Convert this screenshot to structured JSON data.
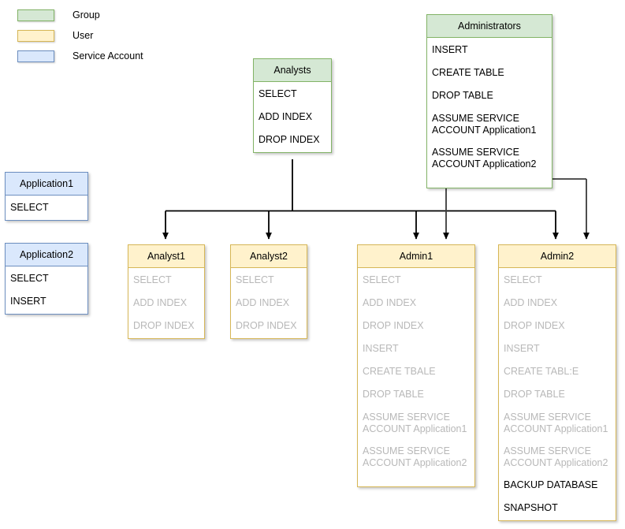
{
  "legend": {
    "items": [
      {
        "label": "Group",
        "swatch_class": "sw-group",
        "color": "#d5e8d4",
        "border": "#82b366"
      },
      {
        "label": "User",
        "swatch_class": "sw-user",
        "color": "#fff2cc",
        "border": "#d6b656"
      },
      {
        "label": "Service Account",
        "swatch_class": "sw-service",
        "color": "#dae8fc",
        "border": "#6c8ebf"
      }
    ]
  },
  "nodes": {
    "application1": {
      "title": "Application1",
      "type": "Service Account",
      "permissions": [
        {
          "text": "SELECT",
          "inherited": false
        }
      ]
    },
    "application2": {
      "title": "Application2",
      "type": "Service Account",
      "permissions": [
        {
          "text": "SELECT",
          "inherited": false
        },
        {
          "text": "INSERT",
          "inherited": false
        }
      ]
    },
    "analysts": {
      "title": "Analysts",
      "type": "Group",
      "permissions": [
        {
          "text": "SELECT",
          "inherited": false
        },
        {
          "text": "ADD INDEX",
          "inherited": false
        },
        {
          "text": "DROP INDEX",
          "inherited": false
        }
      ]
    },
    "administrators": {
      "title": "Administrators",
      "type": "Group",
      "permissions": [
        {
          "text": "INSERT",
          "inherited": false
        },
        {
          "text": "CREATE TABLE",
          "inherited": false
        },
        {
          "text": "DROP TABLE",
          "inherited": false
        },
        {
          "text": "ASSUME SERVICE\nACCOUNT Application1",
          "inherited": false
        },
        {
          "text": "ASSUME SERVICE\nACCOUNT Application2",
          "inherited": false
        }
      ]
    },
    "analyst1": {
      "title": "Analyst1",
      "type": "User",
      "permissions": [
        {
          "text": "SELECT",
          "inherited": true
        },
        {
          "text": "ADD INDEX",
          "inherited": true
        },
        {
          "text": "DROP INDEX",
          "inherited": true
        }
      ]
    },
    "analyst2": {
      "title": "Analyst2",
      "type": "User",
      "permissions": [
        {
          "text": "SELECT",
          "inherited": true
        },
        {
          "text": "ADD INDEX",
          "inherited": true
        },
        {
          "text": "DROP INDEX",
          "inherited": true
        }
      ]
    },
    "admin1": {
      "title": "Admin1",
      "type": "User",
      "permissions": [
        {
          "text": "SELECT",
          "inherited": true
        },
        {
          "text": "ADD INDEX",
          "inherited": true
        },
        {
          "text": "DROP INDEX",
          "inherited": true
        },
        {
          "text": "INSERT",
          "inherited": true
        },
        {
          "text": "CREATE TBALE",
          "inherited": true
        },
        {
          "text": "DROP TABLE",
          "inherited": true
        },
        {
          "text": "ASSUME SERVICE\nACCOUNT Application1",
          "inherited": true
        },
        {
          "text": "ASSUME SERVICE\nACCOUNT Application2",
          "inherited": true
        }
      ]
    },
    "admin2": {
      "title": "Admin2",
      "type": "User",
      "permissions": [
        {
          "text": "SELECT",
          "inherited": true
        },
        {
          "text": "ADD INDEX",
          "inherited": true
        },
        {
          "text": "DROP INDEX",
          "inherited": true
        },
        {
          "text": "INSERT",
          "inherited": true
        },
        {
          "text": "CREATE TABL:E",
          "inherited": true
        },
        {
          "text": "DROP TABLE",
          "inherited": true
        },
        {
          "text": "ASSUME SERVICE\nACCOUNT Application1",
          "inherited": true
        },
        {
          "text": "ASSUME SERVICE\nACCOUNT Application2",
          "inherited": true
        },
        {
          "text": "BACKUP DATABASE",
          "inherited": false
        },
        {
          "text": "SNAPSHOT",
          "inherited": false
        }
      ]
    }
  },
  "edges": [
    {
      "from": "analysts",
      "to": "analyst1"
    },
    {
      "from": "analysts",
      "to": "analyst2"
    },
    {
      "from": "analysts",
      "to": "admin1"
    },
    {
      "from": "analysts",
      "to": "admin2"
    },
    {
      "from": "administrators",
      "to": "admin1"
    },
    {
      "from": "administrators",
      "to": "admin2"
    }
  ],
  "colors": {
    "group_fill": "#d5e8d4",
    "group_stroke": "#82b366",
    "user_fill": "#fff2cc",
    "user_stroke": "#d6b656",
    "service_fill": "#dae8fc",
    "service_stroke": "#6c8ebf",
    "edge": "#000000",
    "inherited_text": "#b8b8b8",
    "text": "#000000"
  }
}
